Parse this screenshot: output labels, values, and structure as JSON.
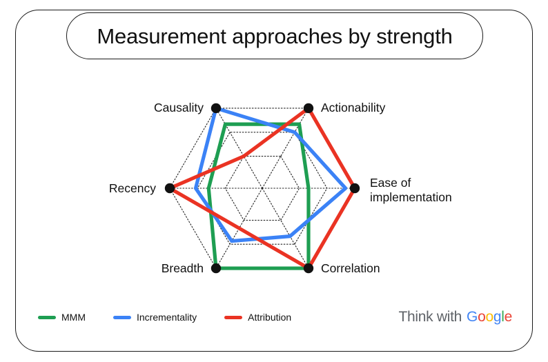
{
  "title": "Measurement approaches by strength",
  "branding": {
    "prefix": "Think with",
    "google": "Google",
    "letters": [
      {
        "char": "G",
        "color": "#4285F4"
      },
      {
        "char": "o",
        "color": "#EA4335"
      },
      {
        "char": "o",
        "color": "#FBBC05"
      },
      {
        "char": "g",
        "color": "#4285F4"
      },
      {
        "char": "l",
        "color": "#34A853"
      },
      {
        "char": "e",
        "color": "#EA4335"
      }
    ]
  },
  "legend": {
    "items": [
      {
        "label": "MMM",
        "color": "#1E9E52"
      },
      {
        "label": "Incrementality",
        "color": "#3B82F6"
      },
      {
        "label": "Attribution",
        "color": "#EA3323"
      }
    ]
  },
  "chart_data": {
    "type": "radar",
    "title": "Measurement approaches by strength",
    "xlabel": "",
    "ylabel": "",
    "categories": [
      "Actionability",
      "Ease of implementation",
      "Correlation",
      "Breadth",
      "Recency",
      "Causality"
    ],
    "category_label_lines": [
      [
        "Actionability"
      ],
      [
        "Ease of",
        "implementation"
      ],
      [
        "Correlation"
      ],
      [
        "Breadth"
      ],
      [
        "Recency"
      ],
      [
        "Causality"
      ]
    ],
    "rlim": [
      0,
      5
    ],
    "grid_rings": [
      2,
      3.5,
      5
    ],
    "grid": true,
    "legend_position": "bottom-left",
    "series": [
      {
        "name": "MMM",
        "color": "#1E9E52",
        "values": [
          4.0,
          2.5,
          5.0,
          5.0,
          2.9,
          4.0
        ]
      },
      {
        "name": "Incrementality",
        "color": "#3B82F6",
        "values": [
          3.5,
          4.5,
          3.0,
          3.3,
          3.6,
          5.0
        ]
      },
      {
        "name": "Attribution",
        "color": "#EA3323",
        "values": [
          5.0,
          5.0,
          5.0,
          2.5,
          5.0,
          2.0
        ]
      }
    ]
  }
}
